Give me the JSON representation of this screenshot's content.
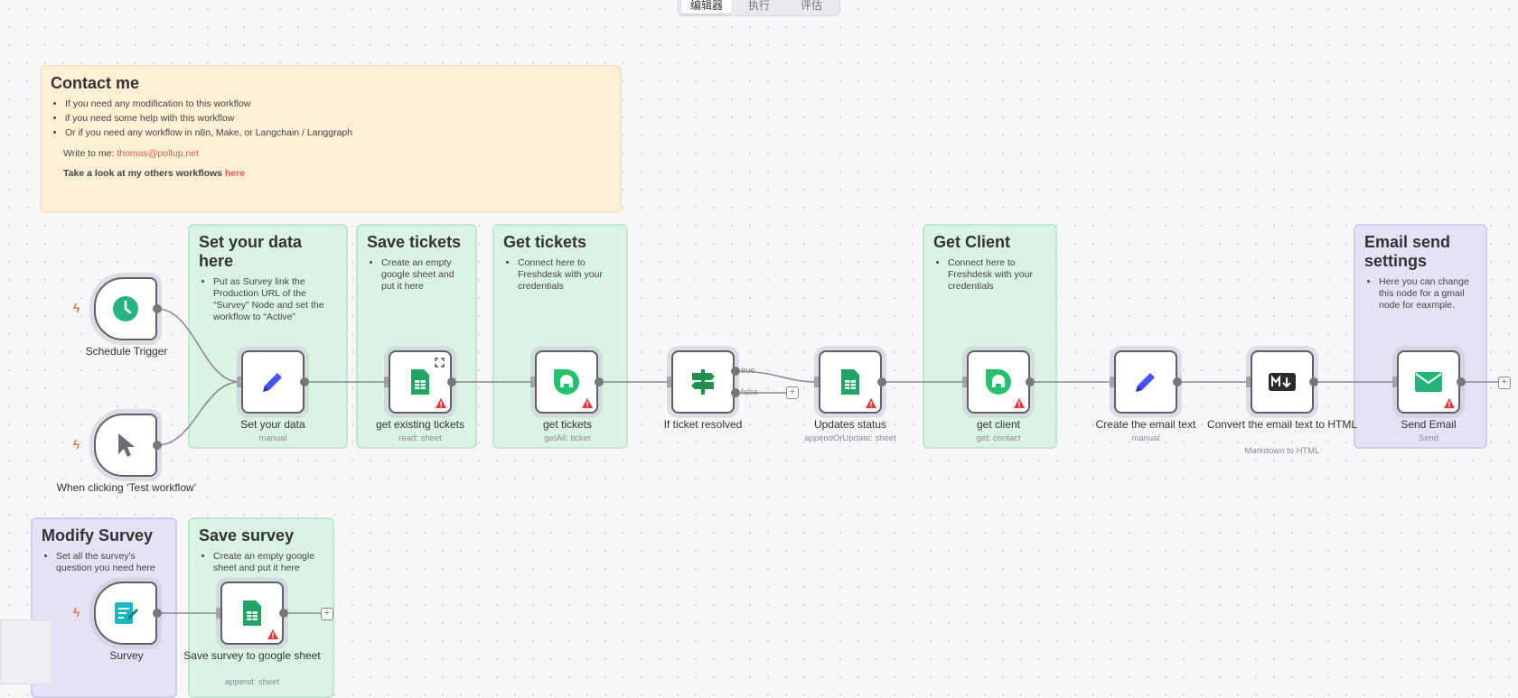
{
  "tabs": [
    "编辑器",
    "执行",
    "评估"
  ],
  "contact": {
    "title": "Contact me",
    "items": [
      "If you need any modification to this workflow",
      "if you need some help with this workflow",
      "Or if you need any workflow in n8n, Make, or Langchain / Langgraph"
    ],
    "write_prefix": "Write to me: ",
    "email": "thomas@pollup.net",
    "others_prefix": "Take a look at my others workflows ",
    "others_link": "here"
  },
  "notes": {
    "set_data": {
      "title": "Set your data here",
      "items": [
        "Put as Survey link the Production URL of the “Survey” Node and set the workflow to “Active”"
      ]
    },
    "save_tickets": {
      "title": "Save tickets",
      "items": [
        "Create an empty google sheet and put it here"
      ]
    },
    "get_tickets": {
      "title": "Get tickets",
      "items": [
        "Connect here to Freshdesk with your credentials"
      ]
    },
    "get_client": {
      "title": "Get Client",
      "items": [
        "Connect here to Freshdesk with your credentials"
      ]
    },
    "email_settings": {
      "title": "Email send settings",
      "items": [
        "Here you can change this node for a gmail node for eaxmple."
      ]
    },
    "modify_survey": {
      "title": "Modify Survey",
      "items": [
        "Set all the survey's question you need here"
      ]
    },
    "save_survey": {
      "title": "Save survey",
      "items": [
        "Create an empty google sheet and put it here"
      ]
    }
  },
  "nodes": {
    "schedule": {
      "label": "Schedule Trigger",
      "icon": "clock-icon"
    },
    "manual": {
      "label": "When clicking ‘Test workflow’",
      "icon": "cursor-icon"
    },
    "set_data": {
      "label": "Set your data",
      "sub": "manual",
      "icon": "pencil-icon"
    },
    "get_existing": {
      "label": "get existing tickets",
      "sub": "read: sheet",
      "icon": "google-sheets-icon"
    },
    "get_tickets": {
      "label": "get tickets",
      "sub": "getAll: ticket",
      "icon": "freshdesk-icon"
    },
    "if_resolved": {
      "label": "If ticket resolved",
      "icon": "signpost-icon",
      "true_label": "true",
      "false_label": "false"
    },
    "updates_status": {
      "label": "Updates status",
      "sub": "appendOrUpdate: sheet",
      "icon": "google-sheets-icon"
    },
    "get_client": {
      "label": "get client",
      "sub": "get: contact",
      "icon": "freshdesk-icon"
    },
    "create_email": {
      "label": "Create the email text",
      "sub": "manual",
      "icon": "pencil-icon"
    },
    "convert_email": {
      "label": "Convert the email text to HTML",
      "sub": "Markdown to HTML",
      "icon": "markdown-icon"
    },
    "send_email": {
      "label": "Send Email",
      "sub": "Send",
      "icon": "envelope-icon"
    },
    "survey": {
      "label": "Survey",
      "icon": "form-icon"
    },
    "save_survey": {
      "label": "Save survey to google sheet",
      "sub": "append: sheet",
      "icon": "google-sheets-icon"
    }
  }
}
